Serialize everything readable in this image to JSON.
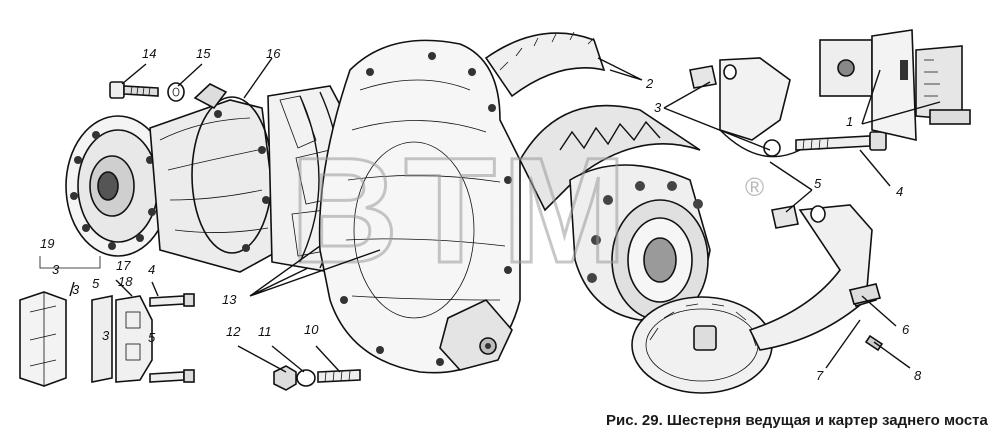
{
  "caption": "Рис. 29. Шестерня ведущая и картер заднего моста",
  "watermark": "BTM",
  "watermark_mark": "®",
  "callouts": [
    {
      "id": "c1",
      "text": "1"
    },
    {
      "id": "c2",
      "text": "2"
    },
    {
      "id": "c3a",
      "text": "3"
    },
    {
      "id": "c3b",
      "text": "3"
    },
    {
      "id": "c3c",
      "text": "3"
    },
    {
      "id": "c4a",
      "text": "4"
    },
    {
      "id": "c4b",
      "text": "4"
    },
    {
      "id": "c5a",
      "text": "5"
    },
    {
      "id": "c5b",
      "text": "5"
    },
    {
      "id": "c5c",
      "text": "5"
    },
    {
      "id": "c6",
      "text": "6"
    },
    {
      "id": "c7",
      "text": "7"
    },
    {
      "id": "c8",
      "text": "8"
    },
    {
      "id": "c10",
      "text": "10"
    },
    {
      "id": "c11",
      "text": "11"
    },
    {
      "id": "c12",
      "text": "12"
    },
    {
      "id": "c13",
      "text": "13"
    },
    {
      "id": "c14",
      "text": "14"
    },
    {
      "id": "c15",
      "text": "15"
    },
    {
      "id": "c16",
      "text": "16"
    },
    {
      "id": "c17",
      "text": "17"
    },
    {
      "id": "c18",
      "text": "18"
    },
    {
      "id": "c19",
      "text": "19"
    },
    {
      "id": "c3d",
      "text": "3"
    }
  ]
}
